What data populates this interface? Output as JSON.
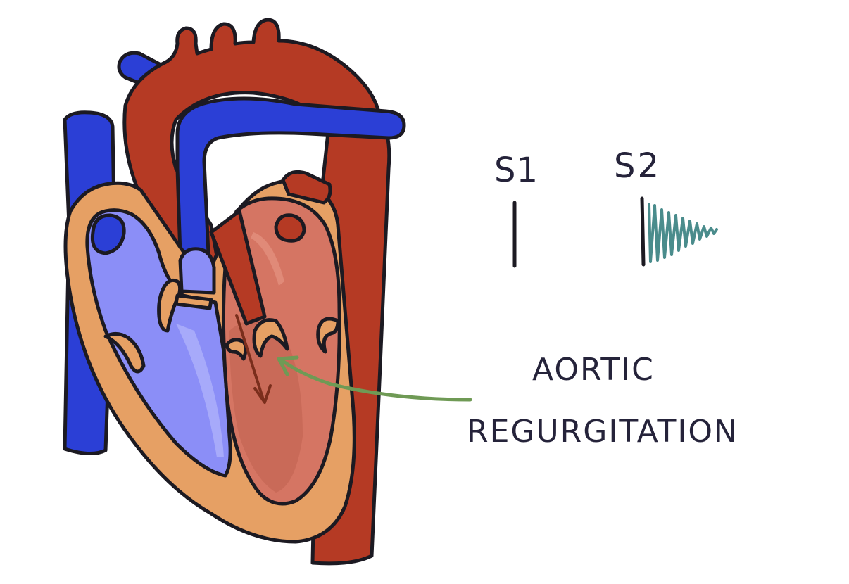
{
  "labels": {
    "s1": "S1",
    "s2": "S2",
    "condition_line1": "AORTIC",
    "condition_line2": "REGURGITATION"
  },
  "icons": {
    "heart": "heart-anatomy-illustration",
    "s1_sound": "s1-heart-sound-mark",
    "s2_sound": "s2-heart-sound-mark-with-decrescendo-murmur",
    "pointer": "curved-arrow-icon"
  },
  "colors": {
    "deoxygenated_blue": "#2b3fd6",
    "oxygenated_red": "#b53a24",
    "heart_wall": "#e6a064",
    "right_chamber": "#8b8ef7",
    "left_chamber": "#d57563",
    "murmur_teal": "#4a8c8c",
    "arrow_green": "#6f9a55",
    "ink": "#1c1a22"
  }
}
